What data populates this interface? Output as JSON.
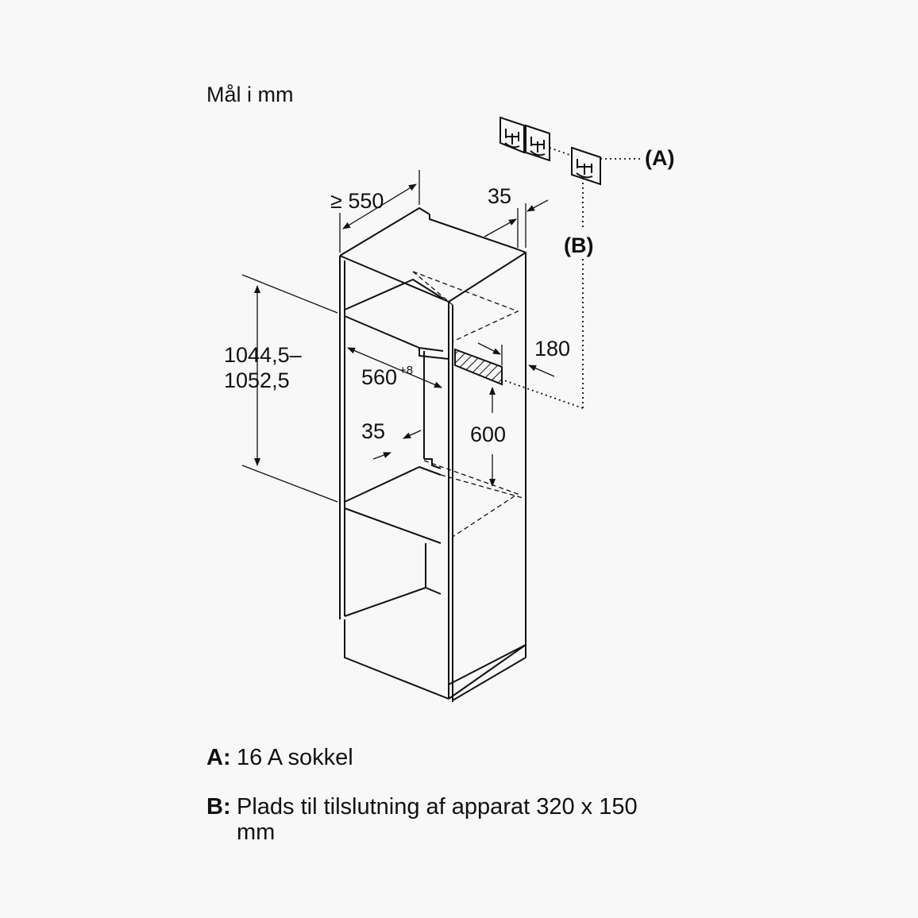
{
  "title": "Mål i mm",
  "dimensions": {
    "depth": "≥ 550",
    "rear_gap": "35",
    "height_line1": "1044,5–",
    "height_line2": "1052,5",
    "width_main": "560",
    "width_tol": "+8",
    "side_gap": "35",
    "socket_offset": "180",
    "socket_height": "600"
  },
  "callouts": {
    "a": "(A)",
    "b": "(B)"
  },
  "legend": {
    "a_key": "A:",
    "a_text": "16 A sokkel",
    "b_key": "B:",
    "b_text": "Plads til tilslutning af apparat 320 x 150 mm"
  },
  "icons": [
    "double-socket-icon",
    "single-socket-icon"
  ],
  "colors": {
    "line": "#111111",
    "background": "#f8f8f8"
  }
}
